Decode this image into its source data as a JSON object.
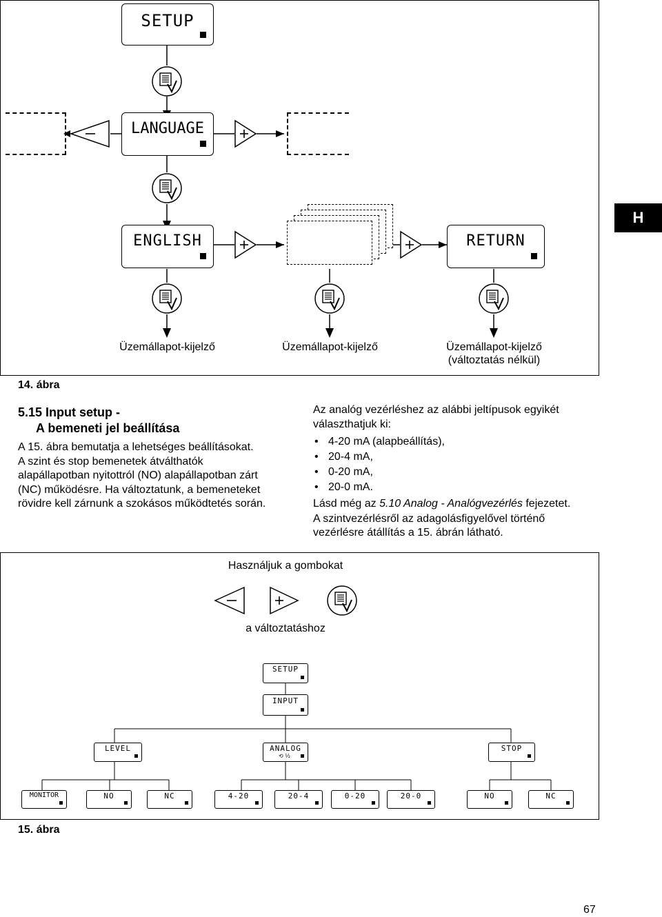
{
  "side_tab": "H",
  "fig14": {
    "caption": "14. ábra",
    "lcd_setup": "SETUP",
    "lcd_language": "LANGUAGE",
    "lcd_english": "ENGLISH",
    "lcd_return": "RETURN",
    "label_1": "Üzemállapot-kijelző",
    "label_2": "Üzemállapot-kijelző",
    "label_3_line1": "Üzemállapot-kijelző",
    "label_3_line2": "(változtatás nélkül)"
  },
  "section": {
    "heading_line1": "5.15 Input setup -",
    "heading_line2": "A bemeneti jel beállítása",
    "para1": "A 15. ábra bemutatja a lehetséges beállításokat.",
    "para2_l1": "A szint és stop bemenetek átválthatók",
    "para2_l2": "alapállapotban nyitottról (NO) alapállapotban zárt",
    "para2_l3": "(NC) működésre. Ha változtatunk, a bemeneteket",
    "para2_l4": "rövidre kell zárnunk a szokásos működtetés során.",
    "right_intro_l1": "Az analóg vezérléshez az alábbi jeltípusok egyikét",
    "right_intro_l2": "választhatjuk ki:",
    "bullets": [
      "4-20 mA (alapbeállítás),",
      "20-4 mA,",
      "0-20 mA,",
      "20-0 mA."
    ],
    "see_also_prefix": "Lásd még az ",
    "see_also_ref": "5.10 Analog - Analógvezérlés",
    "see_also_suffix": " fejezetet.",
    "right_p2_l1": "A szintvezérlésről az adagolásfigyelővel történő",
    "right_p2_l2": "vezérlésre átállítás a 15. ábrán látható."
  },
  "fig15": {
    "caption": "15. ábra",
    "use_buttons": "Használjuk a gombokat",
    "to_change": "a változtatáshoz",
    "lcd_setup": "SETUP",
    "lcd_input": "INPUT",
    "lcd_level": "LEVEL",
    "lcd_analog": "ANALOG",
    "lcd_stop": "STOP",
    "leaves": [
      "MONITOR",
      "NO",
      "NC",
      "4-20",
      "20-4",
      "0-20",
      "20-0",
      "NO",
      "NC"
    ]
  },
  "page_number": "67"
}
